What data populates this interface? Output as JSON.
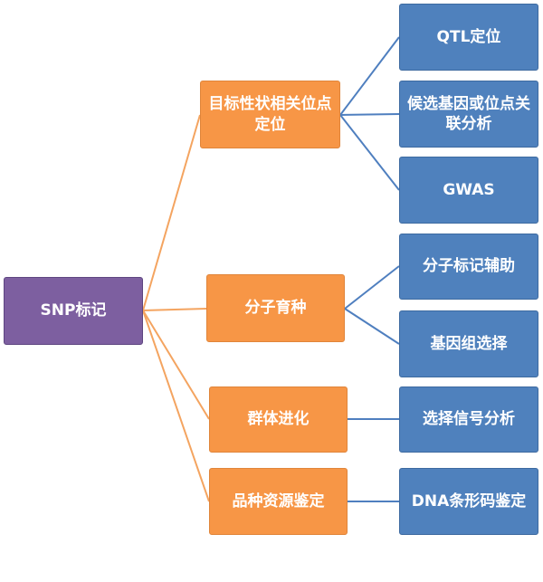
{
  "root": {
    "label": "SNP标记"
  },
  "branches": [
    {
      "label": "目标性状相关位点定位",
      "children": [
        "QTL定位",
        "候选基因或位点关联分析",
        "GWAS"
      ]
    },
    {
      "label": "分子育种",
      "children": [
        "分子标记辅助",
        "基因组选择"
      ]
    },
    {
      "label": "群体进化",
      "children": [
        "选择信号分析"
      ]
    },
    {
      "label": "品种资源鉴定",
      "children": [
        "DNA条形码鉴定"
      ]
    }
  ],
  "colors": {
    "root": "#7d5fa0",
    "branch": "#f79646",
    "leaf": "#4f81bd",
    "root_connector": "#f4a460",
    "branch_connector": "#4f7fbf"
  }
}
